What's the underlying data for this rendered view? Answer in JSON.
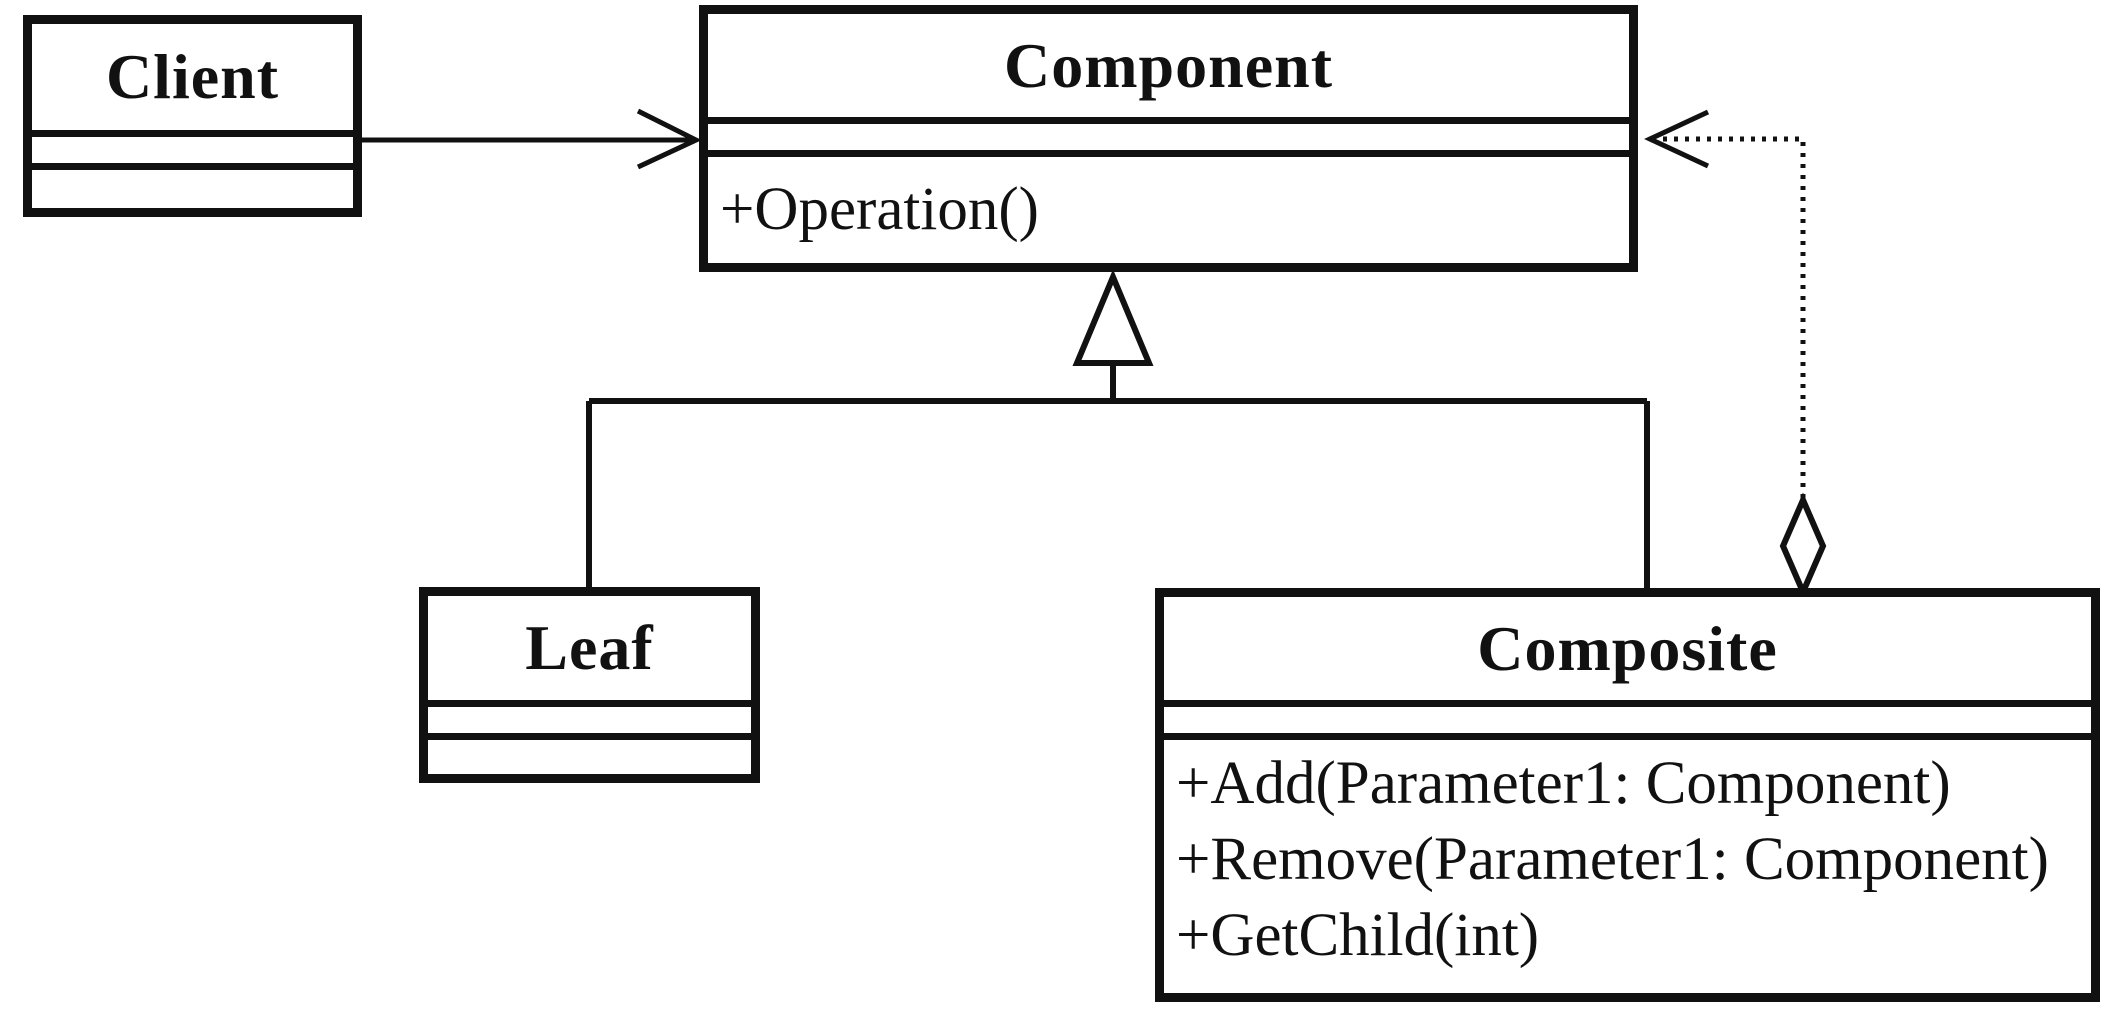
{
  "diagram": {
    "kind": "uml-class-diagram",
    "pattern": "Composite",
    "colors": {
      "line": "#111111",
      "background": "#ffffff",
      "box_fill": "#ffffff"
    },
    "classes": {
      "client": {
        "name": "Client",
        "attributes": [],
        "methods": []
      },
      "component": {
        "name": "Component",
        "attributes": [],
        "methods": [
          "+Operation()"
        ]
      },
      "leaf": {
        "name": "Leaf",
        "attributes": [],
        "methods": []
      },
      "composite": {
        "name": "Composite",
        "attributes": [],
        "methods": [
          "+Add(Parameter1: Component)",
          "+Remove(Parameter1: Component)",
          "+GetChild(int)"
        ]
      }
    },
    "relationships": [
      {
        "type": "association",
        "from": "Client",
        "to": "Component",
        "line": "solid",
        "arrowhead": "open"
      },
      {
        "type": "generalization",
        "parent": "Component",
        "children": [
          "Leaf",
          "Composite"
        ],
        "marker": "hollow-triangle"
      },
      {
        "type": "aggregation",
        "from": "Composite",
        "to": "Component",
        "line": "dotted",
        "arrowhead": "open",
        "marker": "hollow-diamond"
      }
    ]
  }
}
